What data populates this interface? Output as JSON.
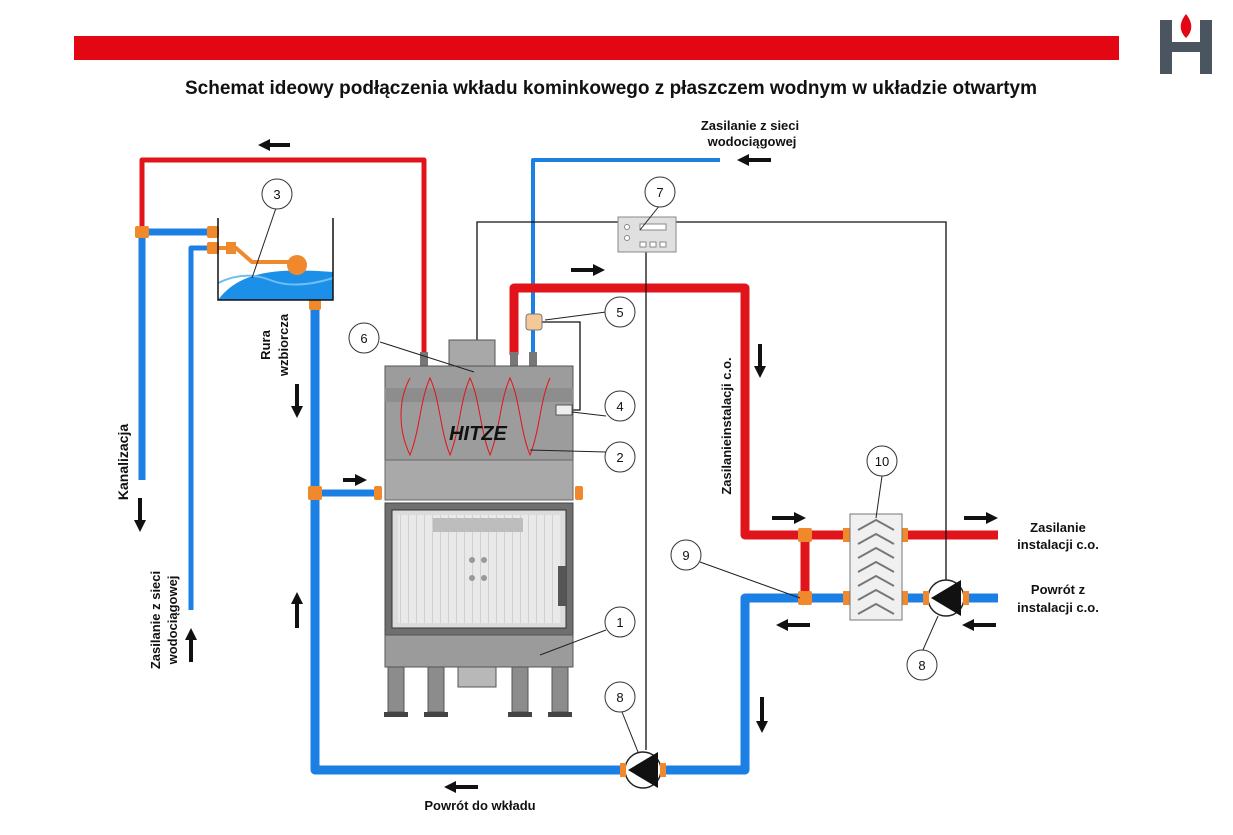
{
  "title": "Schemat ideowy podłączenia wkładu kominkowego z płaszczem wodnym w układzie otwartym",
  "brand": {
    "logo_letter": "H",
    "logo_text": "HITZE",
    "accent": "#e30613",
    "logo_color": "#4a5560"
  },
  "colors": {
    "hot_pipe": "#e2141b",
    "cold_pipe": "#1c7fe3",
    "fitting": "#f0882c",
    "line": "#111111"
  },
  "labels": {
    "supply_mains_top_1": "Zasilanie z sieci",
    "supply_mains_top_2": "wodociągowej",
    "overflow_pipe_1": "Rura",
    "overflow_pipe_2": "wzbiorcza",
    "sewer": "Kanalizacja",
    "supply_mains_left_1": "Zasilanie z sieci",
    "supply_mains_left_2": "wodociągowej",
    "supply_ch_vertical": "Zasilanieinstalacji c.o.",
    "supply_ch_1": "Zasilanie",
    "supply_ch_2": "instalacji c.o.",
    "return_ch_1": "Powrót z",
    "return_ch_2": "instalacji c.o.",
    "return_to_insert": "Powrót do wkładu"
  },
  "callouts": [
    "1",
    "2",
    "3",
    "4",
    "5",
    "6",
    "7",
    "8",
    "8",
    "9",
    "10"
  ],
  "icons": [
    "fireplace-insert",
    "expansion-tank",
    "float-valve",
    "controller",
    "thermal-valve",
    "circulation-pump",
    "heat-exchanger",
    "arrow-icon",
    "logo-flame"
  ]
}
